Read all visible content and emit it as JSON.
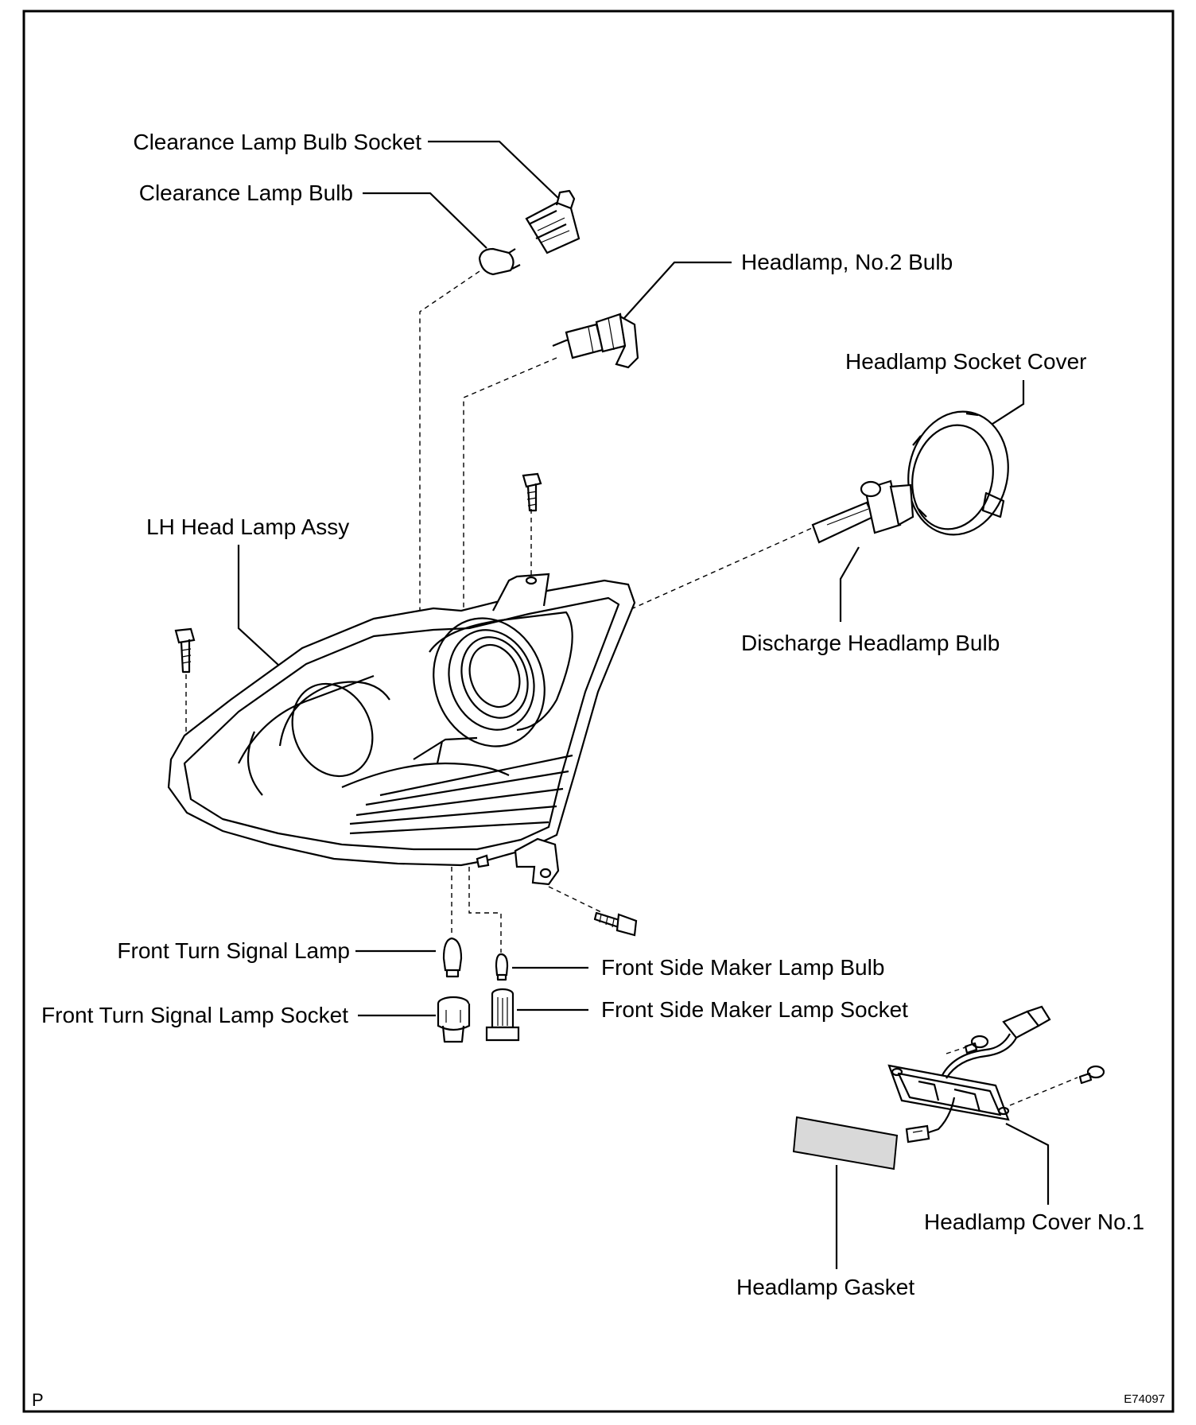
{
  "labels": {
    "clearance_lamp_bulb_socket": "Clearance Lamp Bulb Socket",
    "clearance_lamp_bulb": "Clearance Lamp Bulb",
    "headlamp_no2_bulb": "Headlamp, No.2 Bulb",
    "headlamp_socket_cover": "Headlamp Socket Cover",
    "lh_head_lamp_assy": "LH Head Lamp Assy",
    "discharge_headlamp_bulb": "Discharge Headlamp Bulb",
    "front_turn_signal_lamp": "Front Turn Signal Lamp",
    "front_side_maker_lamp_bulb": "Front Side Maker Lamp Bulb",
    "front_turn_signal_lamp_socket": "Front Turn Signal Lamp Socket",
    "front_side_maker_lamp_socket": "Front Side Maker Lamp Socket",
    "headlamp_cover_no1": "Headlamp Cover No.1",
    "headlamp_gasket": "Headlamp Gasket"
  },
  "footer": {
    "page_marker": "P",
    "figure_id": "E74097"
  }
}
